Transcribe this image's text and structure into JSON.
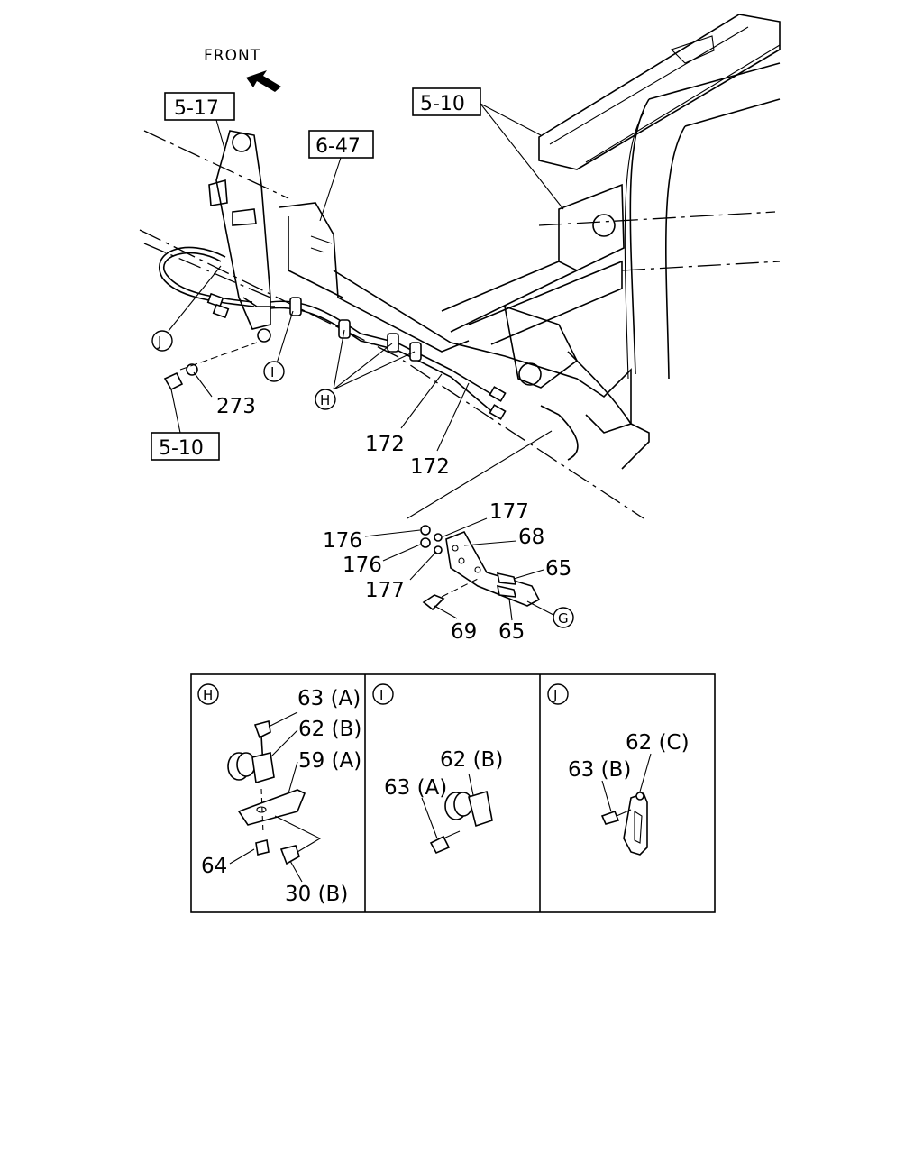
{
  "front_label": "FRONT",
  "ref_boxes": {
    "r517": "5-17",
    "r647": "6-47",
    "r510_top": "5-10",
    "r510_bottom": "5-10"
  },
  "callouts": {
    "c273": "273",
    "c172a": "172",
    "c172b": "172",
    "c177a": "177",
    "c68": "68",
    "c176a": "176",
    "c176b": "176",
    "c65a": "65",
    "c177b": "177",
    "c69": "69",
    "c65b": "65"
  },
  "circle_markers": {
    "J": "J",
    "I": "I",
    "H": "H",
    "G": "G"
  },
  "detail_panels": {
    "H": {
      "marker": "H",
      "labels": [
        "63 (A)",
        "62 (B)",
        "59 (A)",
        "64",
        "30 (B)"
      ]
    },
    "I": {
      "marker": "I",
      "labels": [
        "62 (B)",
        "63 (A)"
      ]
    },
    "J": {
      "marker": "J",
      "labels": [
        "62 (C)",
        "63 (B)"
      ]
    }
  }
}
